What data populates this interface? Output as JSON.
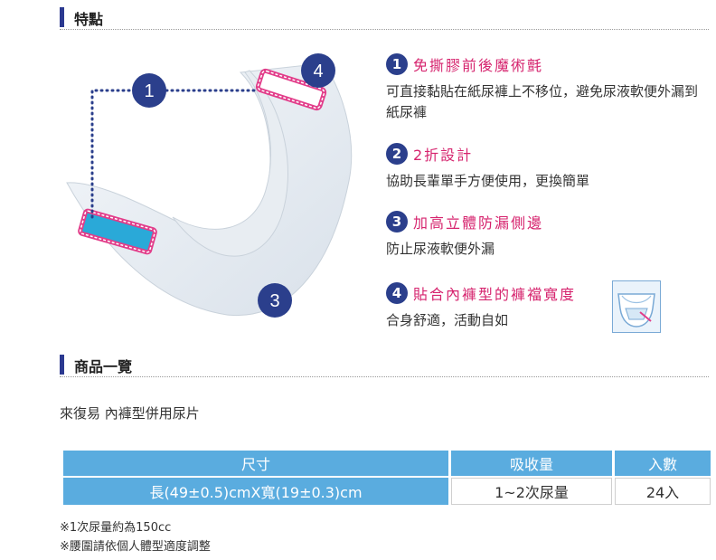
{
  "features_section": {
    "title": "特點",
    "items": [
      {
        "num": "1",
        "name": "免撕膠前後魔術氈",
        "desc": "可直接黏貼在紙尿褲上不移位，避免尿液軟便外漏到紙尿褲"
      },
      {
        "num": "2",
        "name": "2折設計",
        "desc": "協助長輩單手方便使用，更換簡單"
      },
      {
        "num": "3",
        "name": "加高立體防漏側邊",
        "desc": "防止尿液軟便外漏"
      },
      {
        "num": "4",
        "name": "貼合內褲型的褲襠寬度",
        "desc": "合身舒適，活動自如"
      }
    ],
    "illustration_markers": [
      "1",
      "4",
      "3"
    ]
  },
  "list_section": {
    "title": "商品一覽",
    "product_name": "來復易 內褲型併用尿片",
    "table": {
      "headers": [
        "尺寸",
        "吸收量",
        "入數"
      ],
      "rows": [
        [
          "長(49±0.5)cmX寬(19±0.3)cm",
          "1~2次尿量",
          "24入"
        ]
      ]
    },
    "notes": [
      "※1次尿量約為150cc",
      "※腰圍請依個人體型適度調整"
    ]
  },
  "colors": {
    "accent_navy": "#2b3f8c",
    "feature_pink": "#d6246e",
    "table_blue": "#5aacdf"
  }
}
